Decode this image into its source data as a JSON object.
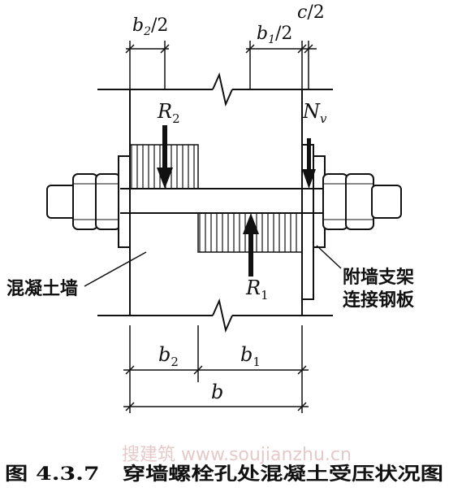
{
  "figure": {
    "caption": "图 4.3.7　穿墙螺栓孔处混凝土受压状况图",
    "watermark": "搜建筑 www.soujianzhu.cn",
    "colors": {
      "ink": "#111111",
      "watermark": "#e6c9c9"
    }
  },
  "labels": {
    "b2_half": {
      "base": "b",
      "sub": "2",
      "rest": "/2"
    },
    "b1_half": {
      "base": "b",
      "sub": "1",
      "rest": "/2"
    },
    "c_half": {
      "base": "c",
      "rest": "/2"
    },
    "R2": {
      "base": "R",
      "sub": "2"
    },
    "R1": {
      "base": "R",
      "sub": "1"
    },
    "Nv": {
      "base": "N",
      "sub": "v"
    },
    "b2": {
      "base": "b",
      "sub": "2"
    },
    "b1": {
      "base": "b",
      "sub": "1"
    },
    "b": {
      "base": "b"
    },
    "wall": "混凝土墙",
    "bracket_line1": "附墙支架",
    "bracket_line2": "连接钢板"
  }
}
